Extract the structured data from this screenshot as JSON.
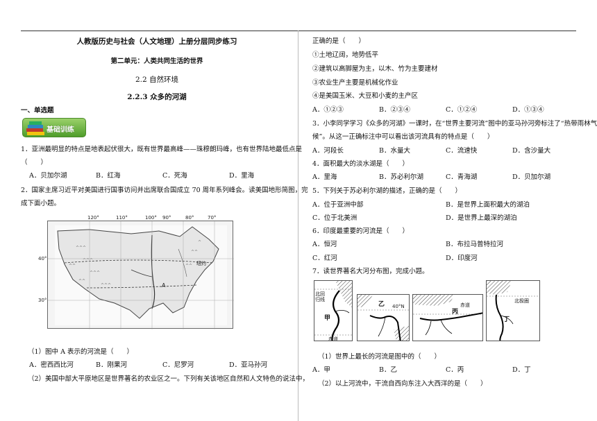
{
  "header": {
    "title": "人教版历史与社会（人文地理）上册分层同步练习",
    "unit": "第二单元：人类共同生活的世界",
    "section": "2.2 自然环境",
    "subsection": "2.2.3 众多的河湖",
    "part": "一、单选题",
    "badge": "基础训练"
  },
  "left": {
    "q1": {
      "stem": "1．亚洲最明显的特点是地表起伏很大，既有世界最高峰——珠穆朗玛峰，也有世界陆地最低点是",
      "stem2": "（　　）",
      "options": [
        "A．贝加尔湖",
        "B．红海",
        "C．死海",
        "D．里海"
      ]
    },
    "q2": {
      "stem": "2．国家主席习近平对美国进行国事访问并出席联合国成立 70 周年系列峰会。读美国地形简图，完",
      "stem2": "成下面小题。",
      "map_labels": {
        "lon1": "120°",
        "lon2": "110°",
        "lon3": "100°",
        "lon4": "90°",
        "lon5": "80°",
        "lon6": "70°",
        "lat1": "40°",
        "lat2": "30°",
        "point_a": "A",
        "city": "纽约"
      },
      "sub1": "（1）图中 A 表示的河流是（　　）",
      "sub1_options": [
        "A．密西西比河",
        "B．刚果河",
        "C．尼罗河",
        "D．亚马孙河"
      ],
      "sub2": "（2）美国中部大平原地区是世界著名的农业区之一。下列有关该地区自然和人文特色的说法中，"
    }
  },
  "right": {
    "q2_cont": {
      "line": "正确的是（　　）",
      "items": [
        "①土地辽阔，地势低平",
        "②建筑以高脚屋为主，以木、竹为主要建材",
        "③农业生产主要是机械化作业",
        "④是美国玉米、大豆和小麦的主产区"
      ],
      "options": [
        "A．①②③",
        "B．②③④",
        "C．①②④",
        "D．①③④"
      ]
    },
    "q3": {
      "stem": "3．小李同学学习《众多的河湖》一课时，在“世界主要河流”图中的亚马孙河旁标注了“热带雨林气",
      "stem2": "候”。从这一正确标注中可以看出该河流具有的特点是（　　）",
      "options": [
        "A．河段长",
        "B．水量大",
        "C．流速快",
        "D．含沙量大"
      ]
    },
    "q4": {
      "stem": "4．面积最大的淡水湖是（　　）",
      "options": [
        "A．里海",
        "B．苏必利尔湖",
        "C．青海湖",
        "D．贝加尔湖"
      ]
    },
    "q5": {
      "stem": "5．下列关于苏必利尔湖的描述，正确的是（　　）",
      "options": [
        "A．位于亚洲中部",
        "B．是世界上面积最大的湖泊",
        "C．位于北美洲",
        "D．是世界上最深的湖泊"
      ]
    },
    "q6": {
      "stem": "6．印度最重要的河流是（　　）",
      "options": [
        "A．恒河",
        "B．布拉马普特拉河",
        "C．红河",
        "D．印度河"
      ]
    },
    "q7": {
      "stem": "7．读世界著名大河分布图，完成小题。",
      "map_labels": {
        "m1_top": "北回",
        "m1_top2": "归线",
        "m1_river": "甲",
        "m1_bottom": "赤道",
        "m2_river": "乙",
        "m2_lat": "40°N",
        "m3_top": "赤道",
        "m3_river": "丙",
        "m4_top": "北极圈",
        "m4_river": "丁"
      },
      "sub1": "（1）世界上最长的河流是图中的（　　）",
      "sub1_options": [
        "A．甲",
        "B．乙",
        "C．丙",
        "D．丁"
      ],
      "sub2": "（2）以上河流中，干流自西向东注入大西洋的是（　　）"
    }
  }
}
